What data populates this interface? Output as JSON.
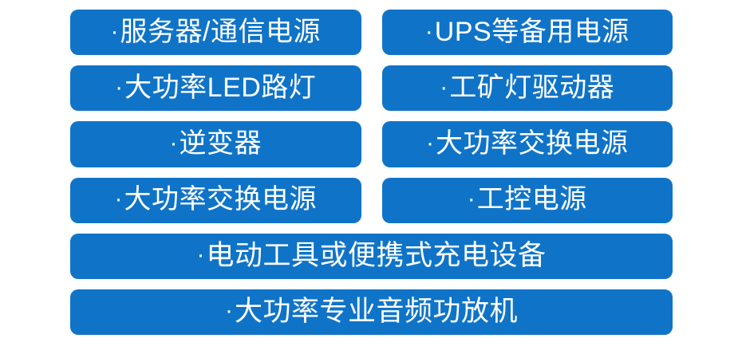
{
  "page": {
    "title": "应用领域标签列表",
    "accent_color": "#0f74c8",
    "text_color": "#ffffff",
    "background_color": "#ffffff",
    "bullet_glyph": "·",
    "bullet_icon_name": "bullet-dot-icon"
  },
  "rows": [
    {
      "layout": "two-column",
      "items": [
        {
          "label": "服务器/通信电源"
        },
        {
          "label": "UPS等备用电源"
        }
      ]
    },
    {
      "layout": "two-column",
      "items": [
        {
          "label": "大功率LED路灯"
        },
        {
          "label": "工矿灯驱动器"
        }
      ]
    },
    {
      "layout": "two-column",
      "items": [
        {
          "label": "逆变器"
        },
        {
          "label": "大功率交换电源"
        }
      ]
    },
    {
      "layout": "two-column",
      "items": [
        {
          "label": "大功率交换电源"
        },
        {
          "label": "工控电源"
        }
      ]
    },
    {
      "layout": "full-width",
      "items": [
        {
          "label": "电动工具或便携式充电设备"
        }
      ]
    },
    {
      "layout": "full-width",
      "items": [
        {
          "label": "大功率专业音频功放机"
        }
      ]
    }
  ]
}
